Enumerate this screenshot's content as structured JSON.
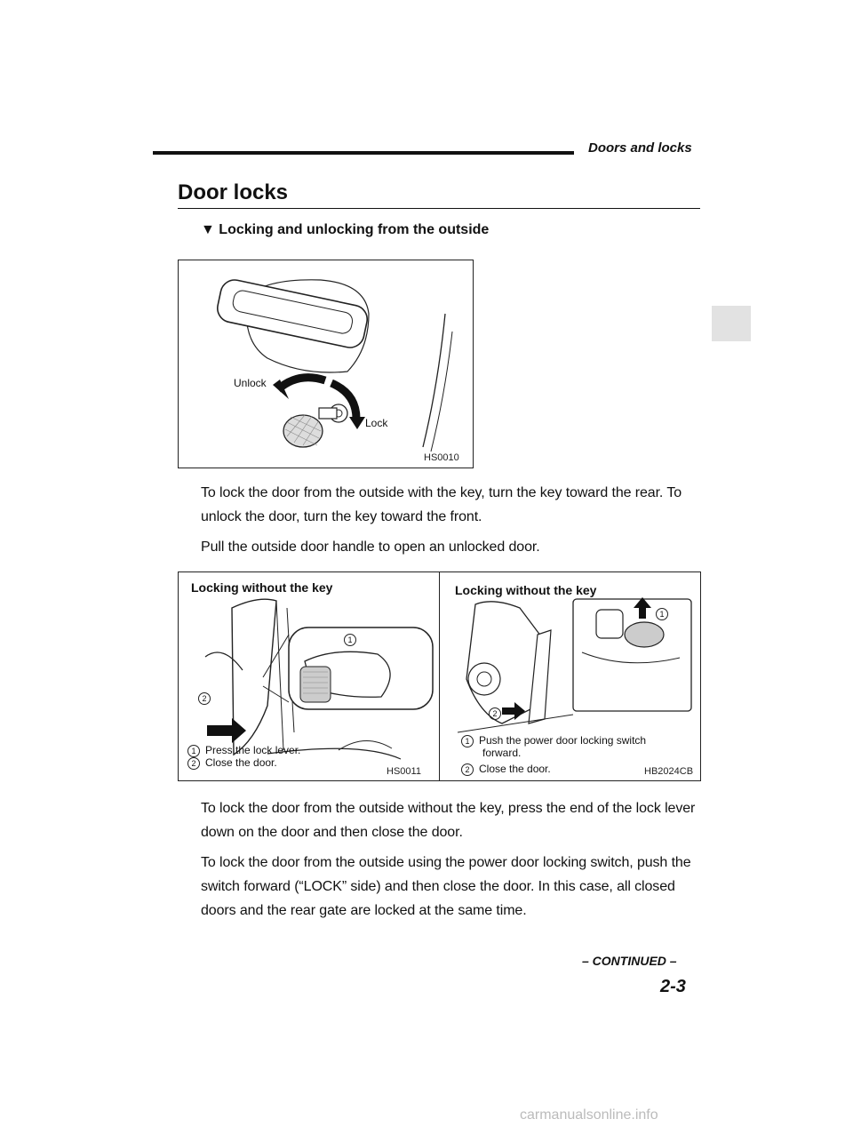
{
  "header": {
    "title": "Doors and locks"
  },
  "section": {
    "title": "Door locks"
  },
  "subsection": {
    "marker": "▼",
    "heading": "Locking and unlocking from the outside"
  },
  "figure1": {
    "unlock_label": "Unlock",
    "lock_label": "Lock",
    "code": "HS0010"
  },
  "paragraphs": {
    "p1": "To lock the door from the outside with the key, turn the key toward the rear. To unlock the door, turn the key toward the front.",
    "p2": "Pull the outside door handle to open an unlocked door.",
    "p3": "To lock the door from the outside without the key, press the end of the lock lever down on the door and then close the door.",
    "p4": "To lock the door from the outside using the power door locking switch, push the switch forward (“LOCK” side) and then close the door. In this case, all closed doors and the rear gate are locked at the same time."
  },
  "figure2": {
    "left": {
      "heading": "Locking without the key",
      "callout_1": "1",
      "callout_2": "2",
      "caption_1": "Press the lock lever.",
      "caption_2": "Close the door.",
      "code": "HS0011"
    },
    "right": {
      "heading": "Locking without the key",
      "callout_1": "1",
      "callout_2": "2",
      "caption_1a": "Push the power door locking switch",
      "caption_1b": "forward.",
      "caption_2": "Close the door.",
      "code": "HB2024CB"
    }
  },
  "footer": {
    "continued": "– CONTINUED –",
    "page": "2-3"
  },
  "watermark": "carmanualsonline.info"
}
